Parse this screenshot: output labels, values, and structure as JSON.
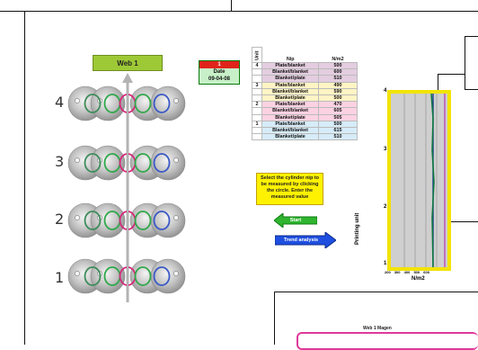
{
  "web_label": "Web 1",
  "units": [
    "4",
    "3",
    "2",
    "1"
  ],
  "date_box": {
    "top": "1",
    "label": "Date",
    "value": "09-04-08"
  },
  "table": {
    "unit_header": "Unit",
    "nip_header": "Nip",
    "value_header": "N/m2",
    "rows": [
      {
        "unit": "4",
        "nip": "Plate/blanket",
        "value": "500",
        "color": "#e4cde0"
      },
      {
        "unit": "",
        "nip": "Blanket/blanket",
        "value": "600",
        "color": "#e4cde0"
      },
      {
        "unit": "",
        "nip": "Blanket/plate",
        "value": "510",
        "color": "#e4cde0"
      },
      {
        "unit": "3",
        "nip": "Plate/blanket",
        "value": "490",
        "color": "#fff4c4"
      },
      {
        "unit": "",
        "nip": "Blanket/blanket",
        "value": "590",
        "color": "#fff4c4"
      },
      {
        "unit": "",
        "nip": "Blanket/plate",
        "value": "500",
        "color": "#fff4c4"
      },
      {
        "unit": "2",
        "nip": "Plate/blanket",
        "value": "470",
        "color": "#fcd2e2"
      },
      {
        "unit": "",
        "nip": "Blanket/blanket",
        "value": "605",
        "color": "#fcd2e2"
      },
      {
        "unit": "",
        "nip": "Blanket/plate",
        "value": "505",
        "color": "#fcd2e2"
      },
      {
        "unit": "1",
        "nip": "Plate/blanket",
        "value": "500",
        "color": "#d6ecf8"
      },
      {
        "unit": "",
        "nip": "Blanket/blanket",
        "value": "615",
        "color": "#d6ecf8"
      },
      {
        "unit": "",
        "nip": "Blanket/plate",
        "value": "510",
        "color": "#d6ecf8"
      }
    ]
  },
  "instruction": "Select the cylinder nip to be measured by clicking the circle. Enter the measured value",
  "start_label": "Start",
  "trend_label": "Trend analysis",
  "chart": {
    "ylabel": "Printing unit",
    "xlabel": "N/m2",
    "y_ticks": [
      "1",
      "2",
      "3",
      "4"
    ],
    "x_ticks": [
      "200",
      "300",
      "400",
      "500",
      "600"
    ]
  },
  "bottom_window_title": "Web 1 Magen"
}
